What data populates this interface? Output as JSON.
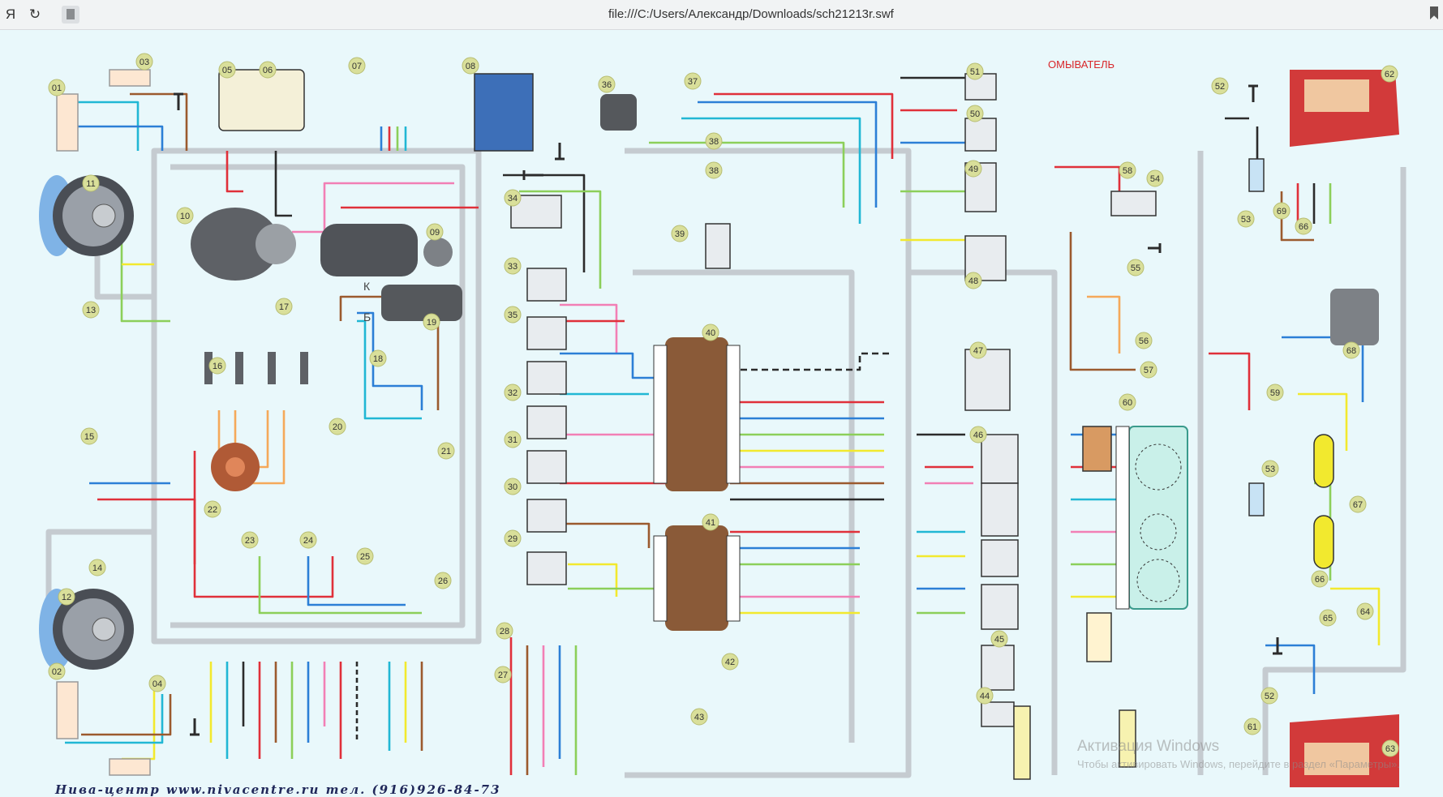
{
  "browser": {
    "url": "file:///C:/Users/Александр/Downloads/sch21213r.swf",
    "back_glyph": "Я",
    "reload_icon": "reload-icon"
  },
  "diagram": {
    "header_label": "ОМЫВАТЕЛЬ",
    "footer": "Нива-центр www.nivacentre.ru тел. (916)926-84-73",
    "terminal_k": "К",
    "terminal_b": "Б",
    "watermark_title": "Активация Windows",
    "watermark_sub": "Чтобы активировать Windows, перейдите в раздел «Параметры».",
    "component_numbers": [
      "01",
      "02",
      "03",
      "04",
      "05",
      "06",
      "07",
      "08",
      "09",
      "10",
      "11",
      "12",
      "13",
      "14",
      "15",
      "16",
      "17",
      "18",
      "19",
      "20",
      "21",
      "22",
      "23",
      "24",
      "25",
      "26",
      "27",
      "28",
      "29",
      "30",
      "31",
      "32",
      "33",
      "34",
      "35",
      "36",
      "37",
      "38",
      "38",
      "39",
      "40",
      "41",
      "42",
      "43",
      "44",
      "45",
      "46",
      "47",
      "48",
      "49",
      "50",
      "51",
      "52",
      "52",
      "53",
      "53",
      "54",
      "55",
      "56",
      "57",
      "58",
      "59",
      "60",
      "61",
      "62",
      "63",
      "64",
      "65",
      "66",
      "66",
      "67",
      "68",
      "69"
    ],
    "colors": {
      "background": "#e9f8fb",
      "harness": "#c5cbd0",
      "red": "#e0303a",
      "pink": "#f27fb5",
      "blue": "#2c7fd6",
      "cyan": "#21b7d4",
      "green": "#8ccf5a",
      "yellow": "#f2e92e",
      "brown": "#9b5a2e",
      "black": "#2b2b2b",
      "orange": "#f5a95a",
      "washer_label": "#d8262a"
    }
  }
}
